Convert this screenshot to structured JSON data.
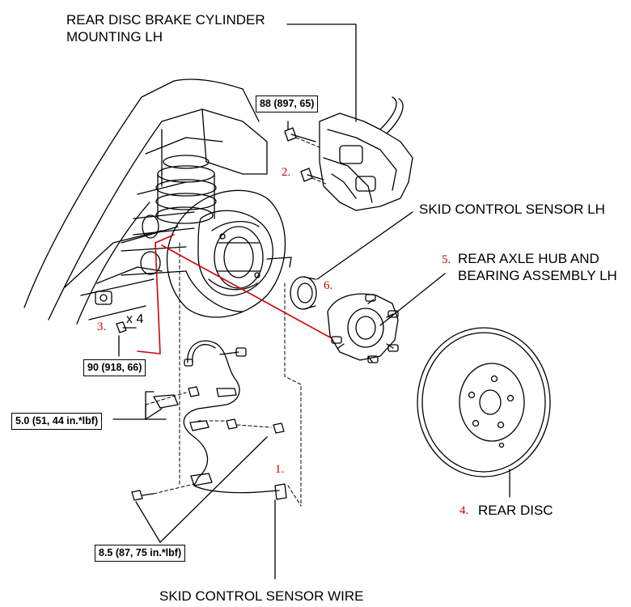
{
  "labels": {
    "caliper_line1": "REAR DISC BRAKE CYLINDER",
    "caliper_line2": "MOUNTING LH",
    "skid_sensor": "SKID CONTROL SENSOR LH",
    "hub_line1": "REAR AXLE HUB AND",
    "hub_line2": "BEARING ASSEMBLY LH",
    "rear_disc": "REAR DISC",
    "sensor_wire": "SKID CONTROL SENSOR WIRE"
  },
  "step_numbers": {
    "s1": "1.",
    "s2": "2.",
    "s3": "3.",
    "s4": "4.",
    "s5": "5.",
    "s6": "6."
  },
  "torque_specs": {
    "caliper_bolt": "88 (897, 65)",
    "hub_bolt": "90 (918, 66)",
    "bracket_bolt": "5.0 (51, 44 in.*lbf)",
    "wire_bolt": "8.5 (87, 75 in.*lbf)"
  },
  "quantity": "x 4",
  "colors": {
    "line": "#000000",
    "step_number": "#d40000",
    "highlight_line": "#d40000"
  }
}
